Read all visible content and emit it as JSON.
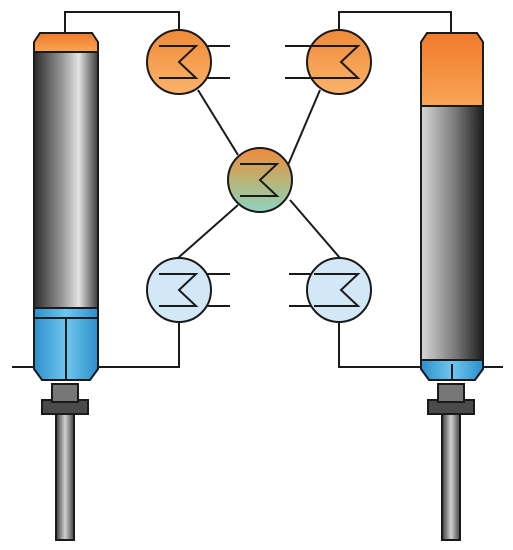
{
  "colors": {
    "hot": "#F7A24E",
    "hot_light": "#FBC48A",
    "cold": "#D3E8F6",
    "coolant": "#4FB6E6",
    "coolant_dark": "#1E8CC7",
    "shell_dark": "#2a2a2a",
    "shell_light": "#e6e6e6",
    "mixed_top": "#F08A3A",
    "mixed_bottom": "#A8D8C8"
  },
  "components": {
    "left_column": "vertical-cylinder-column",
    "right_column": "vertical-cylinder-column",
    "hot_exchangers": 2,
    "cold_exchangers": 2,
    "central_exchanger": 1
  },
  "icons": [
    "heat-exchanger-icon",
    "column-icon",
    "rod-icon"
  ]
}
